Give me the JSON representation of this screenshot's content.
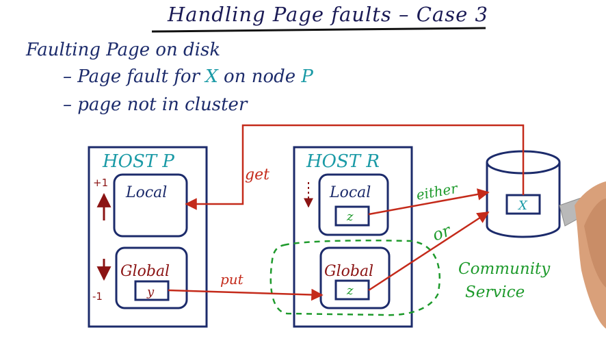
{
  "title": "Handling Page faults – Case 3",
  "heading": "Faulting Page on disk",
  "bullets": [
    {
      "prefix": "– Page fault for ",
      "page": "X",
      "middle": " on node ",
      "node": "P"
    },
    {
      "prefix": "– page not in cluster"
    }
  ],
  "host_p": {
    "title": "HOST P",
    "local": "Local",
    "global": "Global",
    "global_page": "y",
    "plus": "+1",
    "minus": "-1"
  },
  "host_r": {
    "title": "HOST R",
    "local": "Local",
    "local_page": "z",
    "global": "Global",
    "global_page": "z"
  },
  "disk_page": "X",
  "arrow_labels": {
    "get": "get",
    "put": "put",
    "either": "either",
    "or": "or"
  },
  "community_service": [
    "Community",
    "Service"
  ],
  "colors": {
    "blue": "#1c2b6b",
    "teal": "#1a9aa6",
    "red": "#c42a1a",
    "dark_red": "#8b1414",
    "green": "#1e9a2c"
  }
}
